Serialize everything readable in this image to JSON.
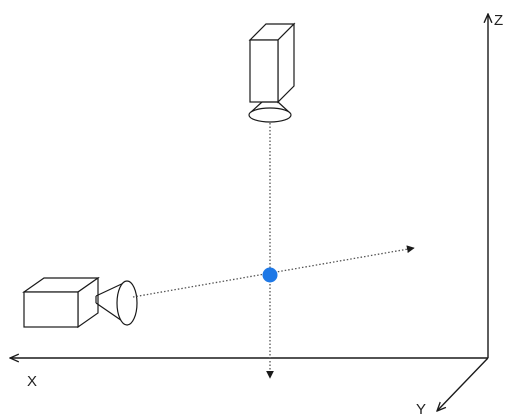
{
  "axes": {
    "x_label": "X",
    "y_label": "Y",
    "z_label": "Z"
  },
  "colors": {
    "line": "#1a1a1a",
    "ray": "#555555",
    "target_point": "#1e78e6"
  }
}
